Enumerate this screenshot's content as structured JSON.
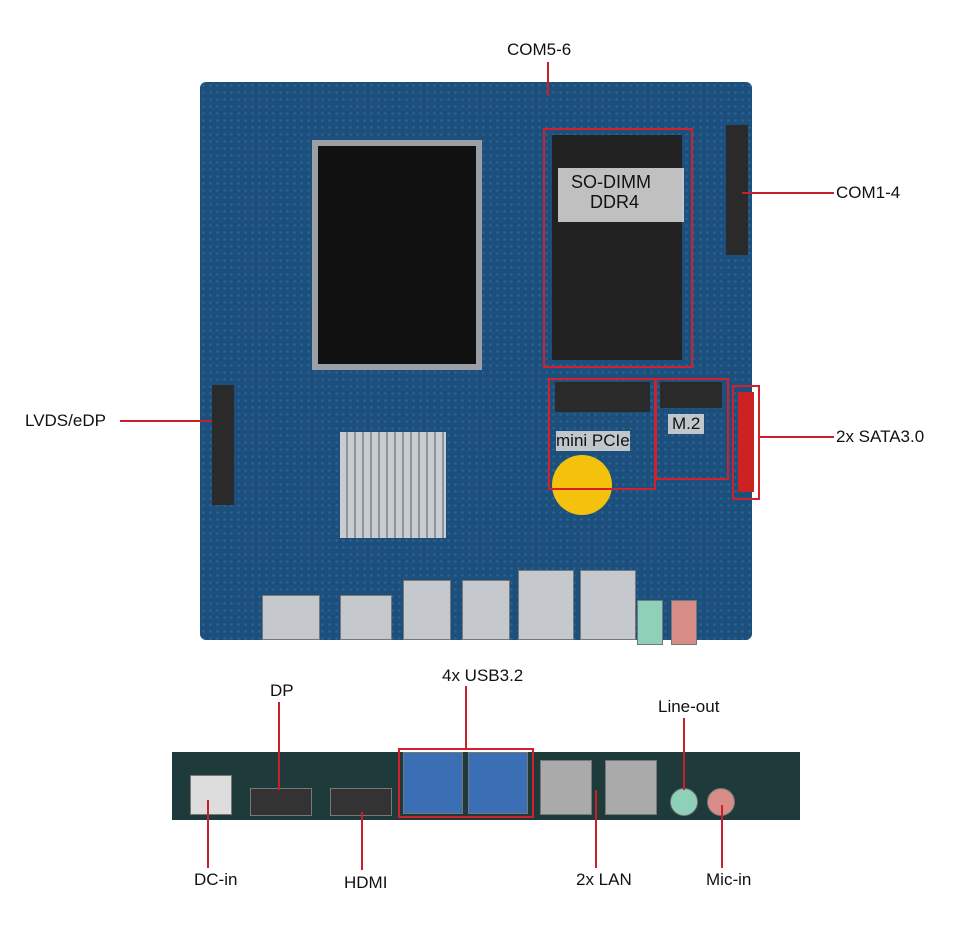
{
  "labels": {
    "com56": "COM5-6",
    "com14": "COM1-4",
    "sodimm_line1": "SO-DIMM",
    "sodimm_line2": "DDR4",
    "lvds": "LVDS/eDP",
    "sata": "2x SATA3.0",
    "minipcie": "mini PCIe",
    "m2": "M.2",
    "usb": "4x USB3.2",
    "dp": "DP",
    "lineout": "Line-out",
    "dcin": "DC-in",
    "hdmi": "HDMI",
    "lan": "2x LAN",
    "micin": "Mic-in"
  },
  "colors": {
    "board": "#1c4f7c",
    "callout": "#c8202a"
  }
}
